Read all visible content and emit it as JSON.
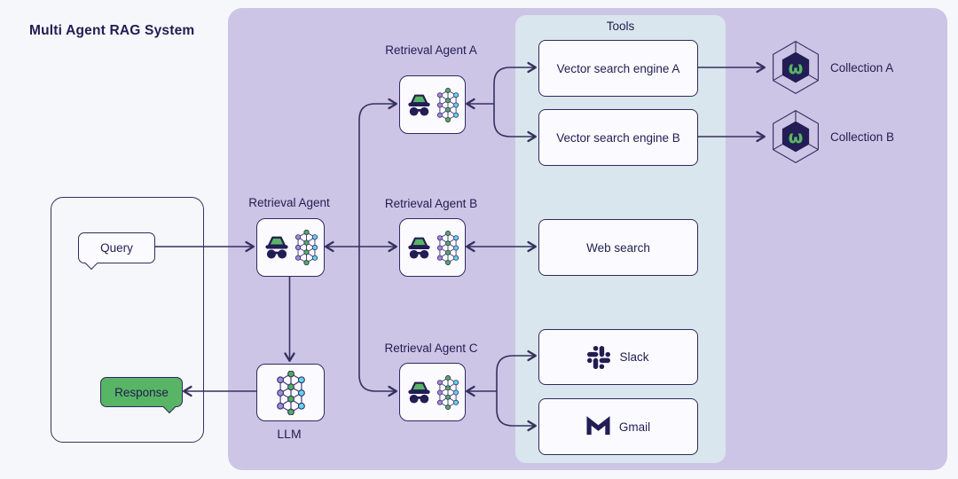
{
  "title": "Multi Agent RAG System",
  "io": {
    "query": "Query",
    "response": "Response"
  },
  "orchestrator": {
    "label": "Retrieval Agent"
  },
  "llm": {
    "label": "LLM"
  },
  "agents": [
    {
      "label": "Retrieval Agent A"
    },
    {
      "label": "Retrieval Agent B"
    },
    {
      "label": "Retrieval Agent C"
    }
  ],
  "tools": {
    "title": "Tools",
    "items": [
      {
        "label": "Vector search engine A"
      },
      {
        "label": "Vector search engine B"
      },
      {
        "label": "Web search"
      },
      {
        "label": "Slack"
      },
      {
        "label": "Gmail"
      }
    ]
  },
  "collections": [
    {
      "label": "Collection A"
    },
    {
      "label": "Collection B"
    }
  ],
  "colors": {
    "background": "#f6f7fb",
    "panel_purple": "#cdc5e6",
    "panel_blue": "#d9e6ed",
    "ink_navy": "#2e2a5e",
    "accent_green": "#58b565",
    "node_purple": "#a388d9",
    "node_cyan": "#62d4f0",
    "hex_fill": "#221d54"
  }
}
